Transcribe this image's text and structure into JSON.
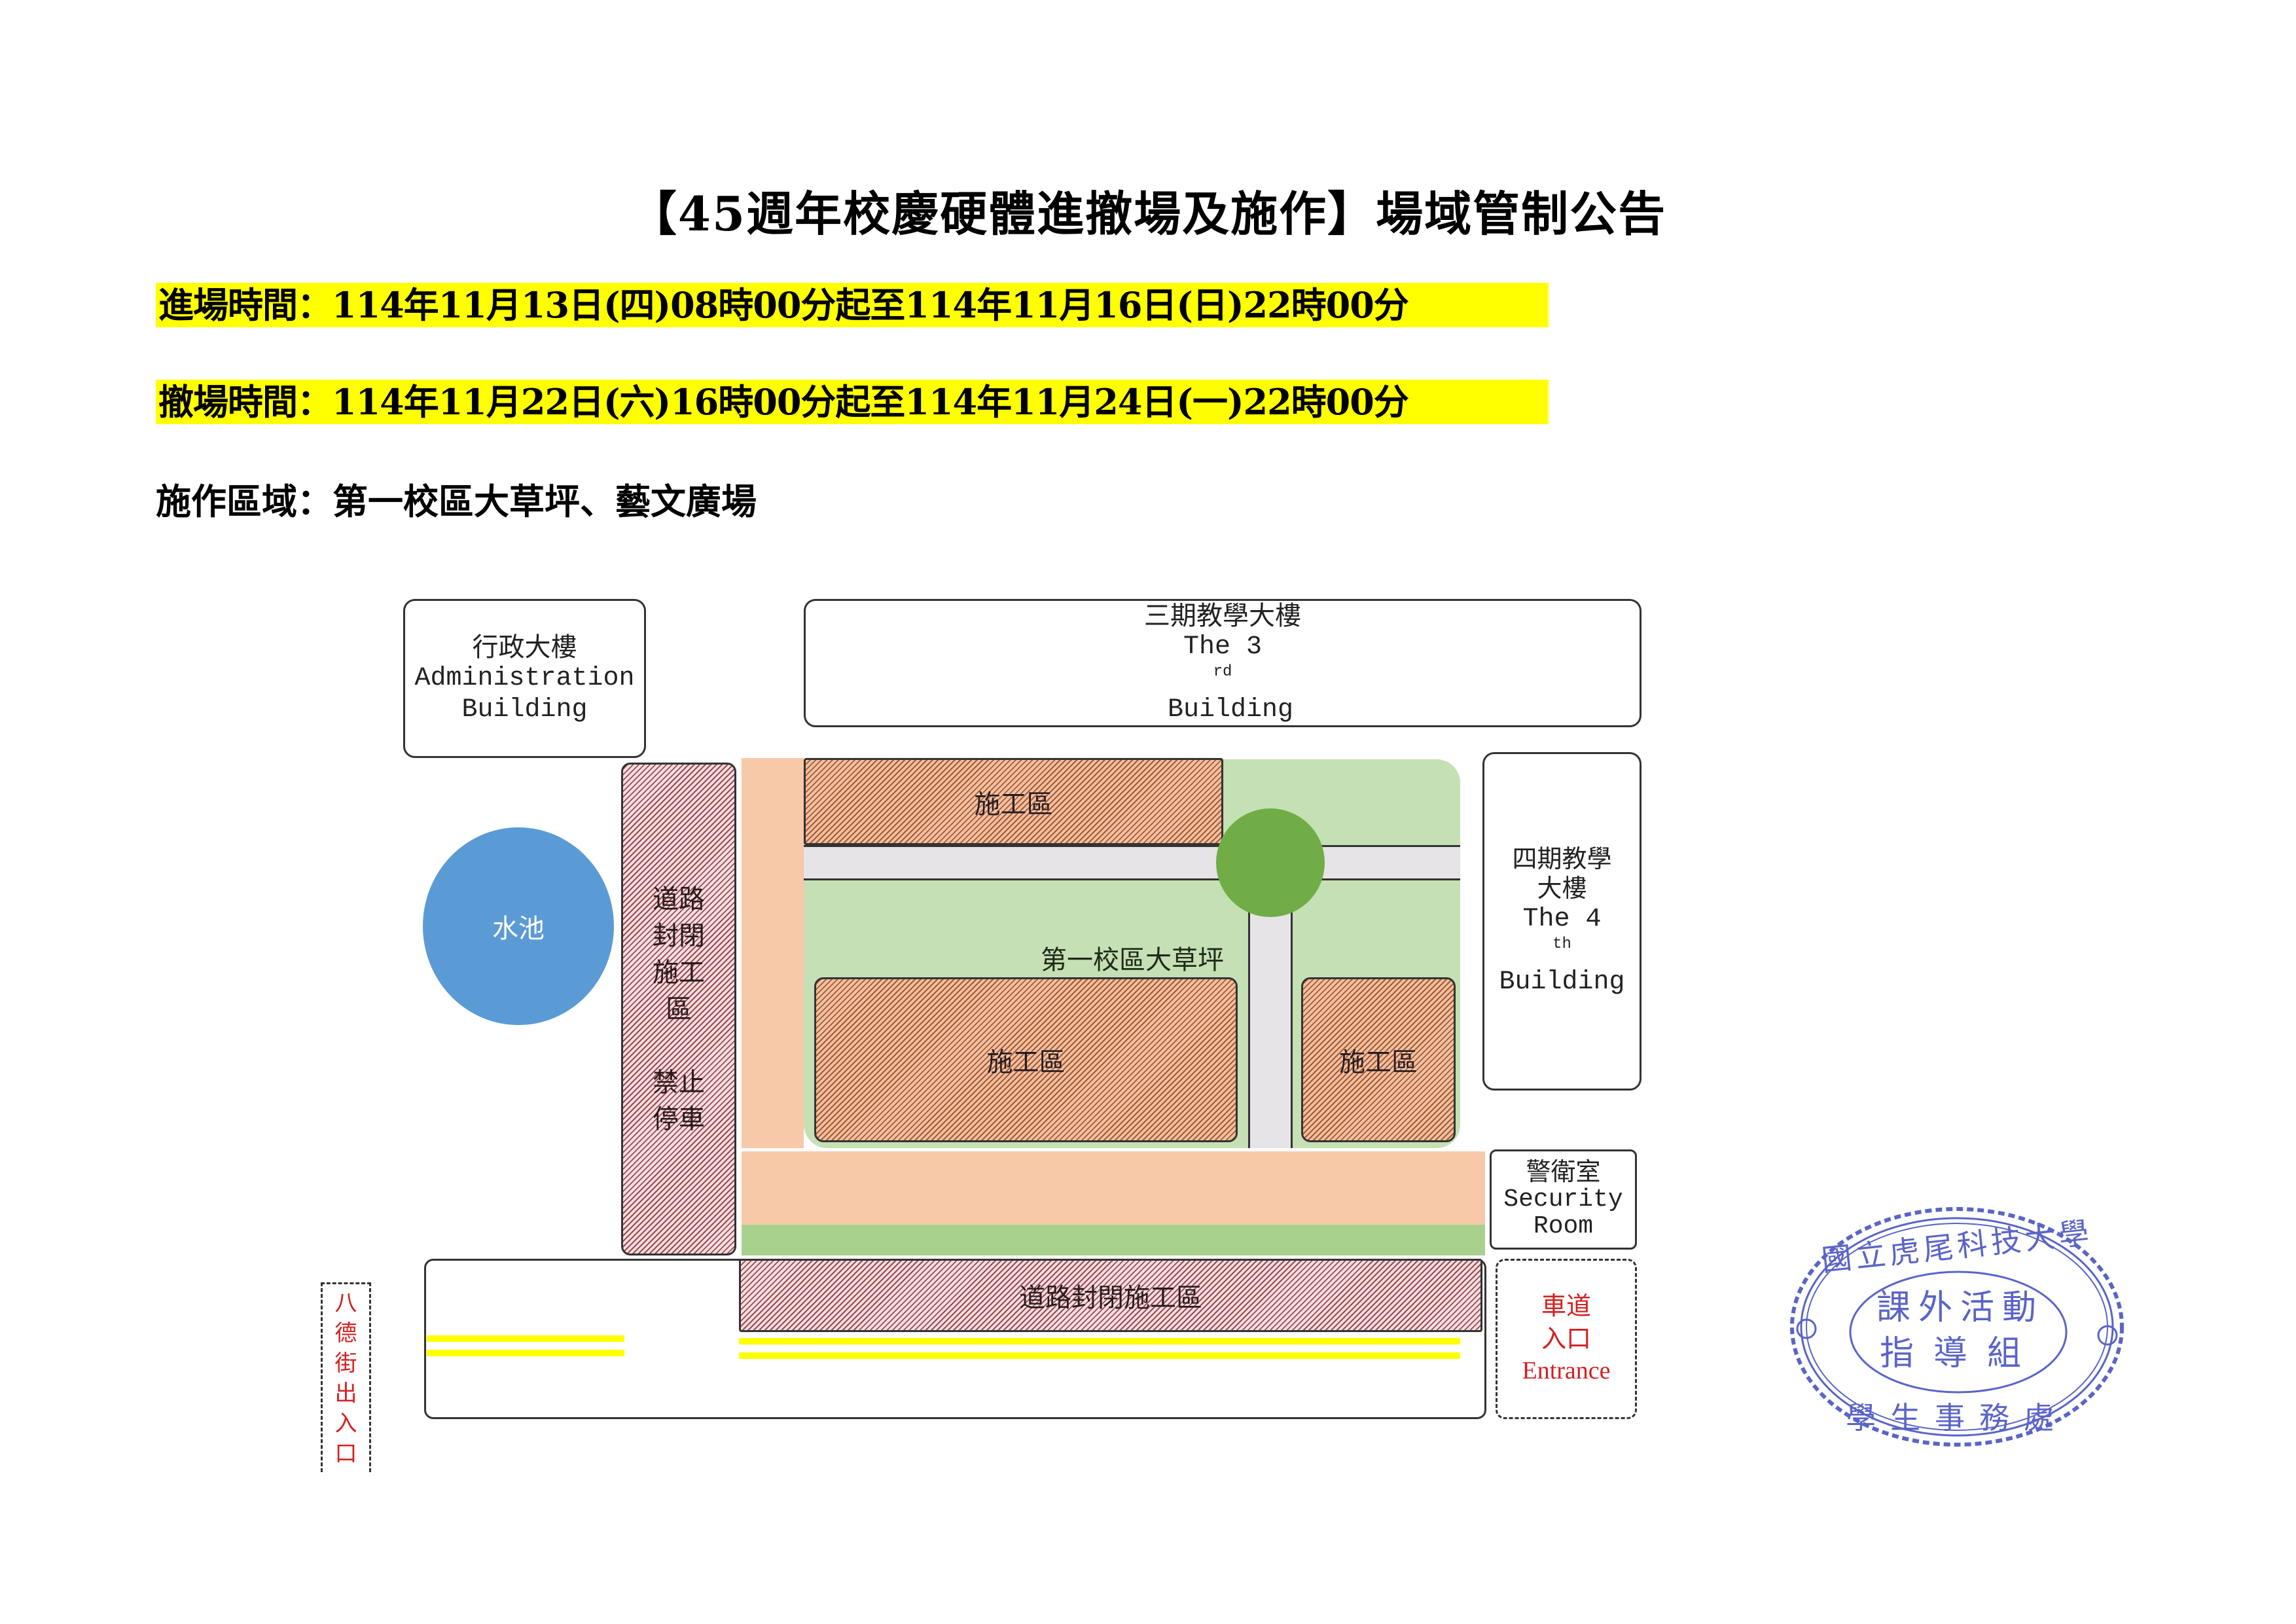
{
  "document": {
    "title": "【45週年校慶硬體進撤場及施作】場域管制公告",
    "entry_time": {
      "label": "進場時間：",
      "value": "114年11月13日(四)08時00分起至114年11月16日(日)22時00分"
    },
    "exit_time": {
      "label": "撤場時間：",
      "value": "114年11月22日(六)16時00分起至114年11月24日(一)22時00分"
    },
    "work_area": {
      "label": "施作區域：",
      "value": "第一校區大草坪、藝文廣場"
    },
    "highlight_color": "#ffff00"
  },
  "map": {
    "admin_building": {
      "zh": "行政大樓",
      "en_line1": "Administration",
      "en_line2": "Building"
    },
    "third_building": {
      "zh": "三期教學大樓",
      "en_prefix": "The 3",
      "en_sup": "rd",
      "en_suffix": " Building"
    },
    "fourth_building": {
      "zh_line1": "四期教學",
      "zh_line2": "大樓",
      "en_prefix": "The 4",
      "en_sup": "th",
      "en_line2": "Building"
    },
    "security_room": {
      "zh": "警衛室",
      "en_line1": "Security",
      "en_line2": "Room"
    },
    "pond": {
      "label": "水池",
      "color": "#5b9bd5"
    },
    "lawn": {
      "label": "第一校區大草坪",
      "color": "#c5e0b4"
    },
    "construction_zones": [
      {
        "label": "施工區"
      },
      {
        "label": "施工區"
      },
      {
        "label": "施工區"
      }
    ],
    "left_road_closure": {
      "lines": [
        "道路",
        "封閉",
        "施工",
        "區",
        "",
        "禁止",
        "停車"
      ]
    },
    "bottom_road_closure": {
      "label": "道路封閉施工區"
    },
    "vehicle_entrance": {
      "zh_line1": "車道",
      "zh_line2": "入口",
      "en": "Entrance",
      "color": "#d42020"
    },
    "bade_street_exit": {
      "chars": [
        "八",
        "德",
        "街",
        "出",
        "入",
        "口"
      ]
    }
  },
  "stamp": {
    "outer_top": [
      "國",
      "立",
      "虎",
      "尾",
      "科",
      "技",
      "大",
      "學"
    ],
    "outer_bottom": [
      "學",
      "生",
      "事",
      "務",
      "處"
    ],
    "inner_line1": "課外活動",
    "inner_line2": "指導組",
    "color": "#5a64c8"
  }
}
